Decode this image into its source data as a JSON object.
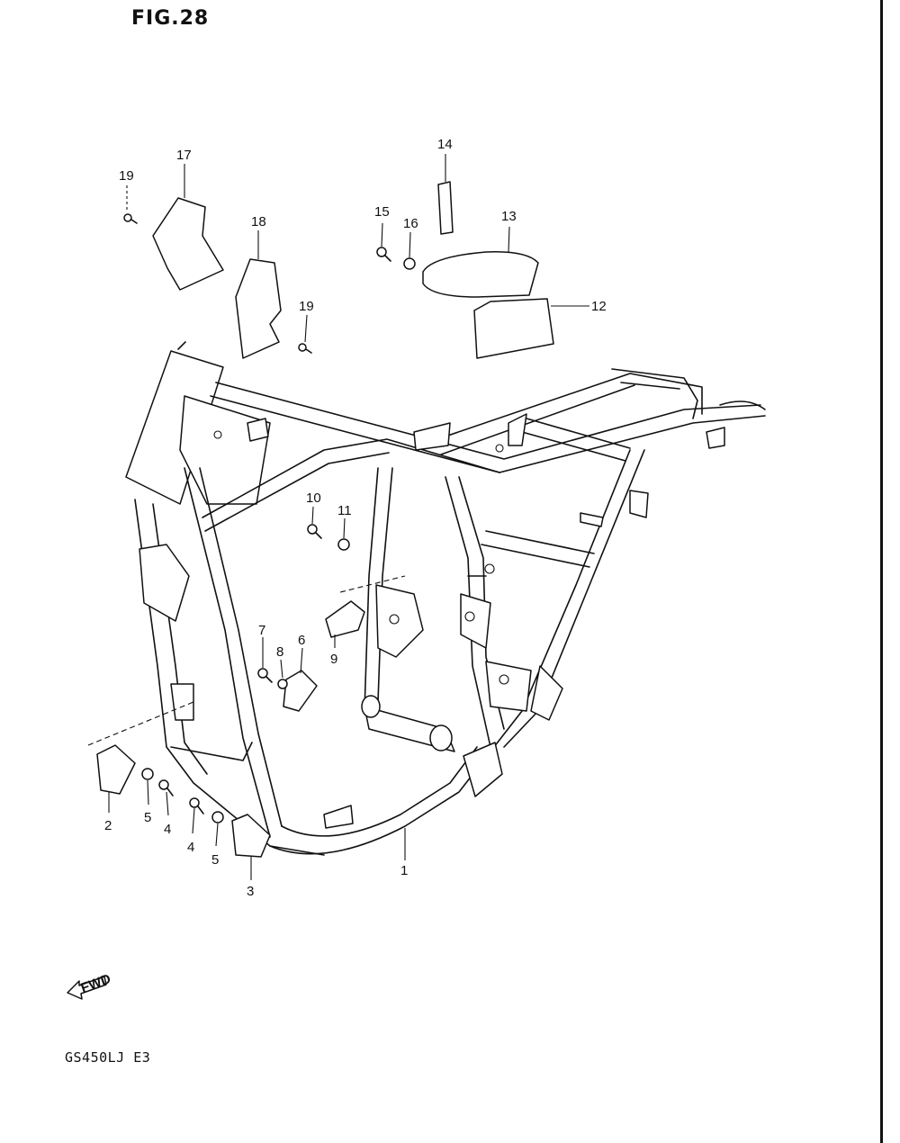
{
  "figure": {
    "title": "FIG.28",
    "model_code": "GS450LJ E3",
    "fwd_label": "FWD"
  },
  "callouts": [
    {
      "id": "c1",
      "label": "1"
    },
    {
      "id": "c2",
      "label": "2"
    },
    {
      "id": "c3",
      "label": "3"
    },
    {
      "id": "c4a",
      "label": "4"
    },
    {
      "id": "c4b",
      "label": "4"
    },
    {
      "id": "c5a",
      "label": "5"
    },
    {
      "id": "c5b",
      "label": "5"
    },
    {
      "id": "c6",
      "label": "6"
    },
    {
      "id": "c7",
      "label": "7"
    },
    {
      "id": "c8",
      "label": "8"
    },
    {
      "id": "c9",
      "label": "9"
    },
    {
      "id": "c10",
      "label": "10"
    },
    {
      "id": "c11",
      "label": "11"
    },
    {
      "id": "c12",
      "label": "12"
    },
    {
      "id": "c13",
      "label": "13"
    },
    {
      "id": "c14",
      "label": "14"
    },
    {
      "id": "c15",
      "label": "15"
    },
    {
      "id": "c16",
      "label": "16"
    },
    {
      "id": "c17",
      "label": "17"
    },
    {
      "id": "c18",
      "label": "18"
    },
    {
      "id": "c19a",
      "label": "19"
    },
    {
      "id": "c19b",
      "label": "19"
    }
  ]
}
